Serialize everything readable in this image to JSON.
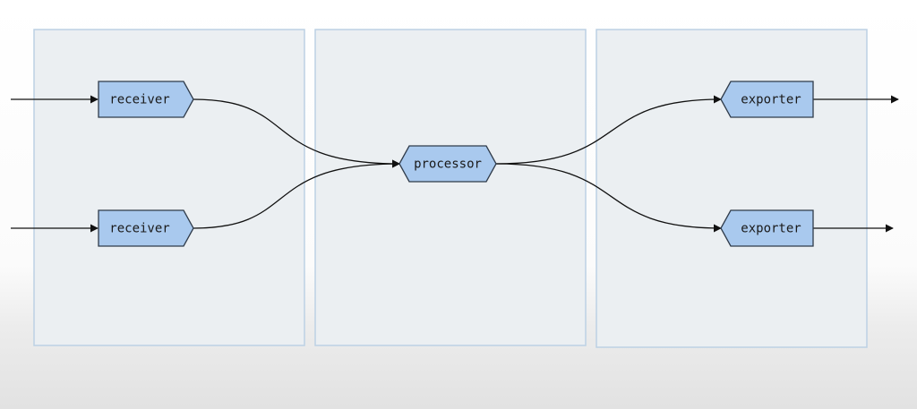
{
  "diagram": {
    "nodes": {
      "receiver_top": {
        "label": "receiver"
      },
      "receiver_bottom": {
        "label": "receiver"
      },
      "processor": {
        "label": "processor"
      },
      "exporter_top": {
        "label": "exporter"
      },
      "exporter_bottom": {
        "label": "exporter"
      }
    },
    "colors": {
      "panel_fill": "#ebeff2",
      "panel_stroke": "#bcd1e4",
      "node_fill": "#a9c9ee",
      "node_stroke": "#2f3b4a",
      "edge": "#111111"
    }
  }
}
